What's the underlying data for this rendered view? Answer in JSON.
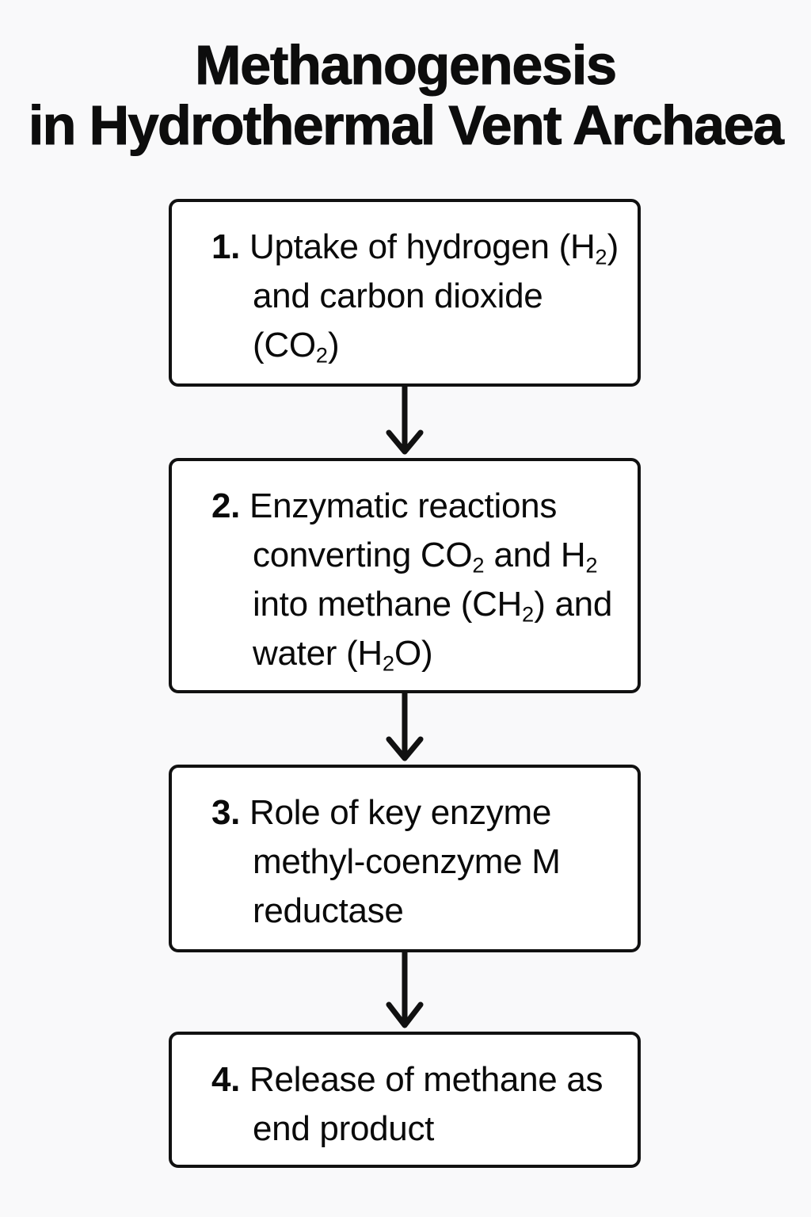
{
  "title": {
    "line1": "Methanogenesis",
    "line2": "in Hydrothermal Vent Archaea"
  },
  "colors": {
    "page_background": "#f9f9fa",
    "box_fill": "#ffffff",
    "stroke": "#111111",
    "text": "#0a0a0a"
  },
  "diagram": {
    "type": "flowchart",
    "orientation": "vertical",
    "step_count": 4,
    "arrow_count": 3,
    "arrow_icon": "arrow-down-icon",
    "steps": [
      {
        "number": "1.",
        "text_parts": [
          {
            "t": "Uptake of hydrogen (H"
          },
          {
            "sub": "2"
          },
          {
            "t": ") and carbon dioxide (CO"
          },
          {
            "sub": "2"
          },
          {
            "t": ")"
          }
        ],
        "plain_text": "1. Uptake of hydrogen (H2) and carbon dioxide (CO2)"
      },
      {
        "number": "2.",
        "text_parts": [
          {
            "t": "Enzymatic reactions converting CO"
          },
          {
            "sub": "2"
          },
          {
            "t": " and H"
          },
          {
            "sub": "2"
          },
          {
            "t": " into methane (CH"
          },
          {
            "sub": "2"
          },
          {
            "t": ") and water (H"
          },
          {
            "sub": "2"
          },
          {
            "t": "O)"
          }
        ],
        "plain_text": "2. Enzymatic reactions converting CO2 and H2 into methane (CH2) and water (H2O)"
      },
      {
        "number": "3.",
        "text_parts": [
          {
            "t": "Role of key enzyme methyl-coenzyme M reductase"
          }
        ],
        "plain_text": "3. Role of key enzyme methyl-coenzyme M reductase"
      },
      {
        "number": "4.",
        "text_parts": [
          {
            "t": "Release of methane as end product"
          }
        ],
        "plain_text": "4. Release of methane as end product"
      }
    ]
  }
}
